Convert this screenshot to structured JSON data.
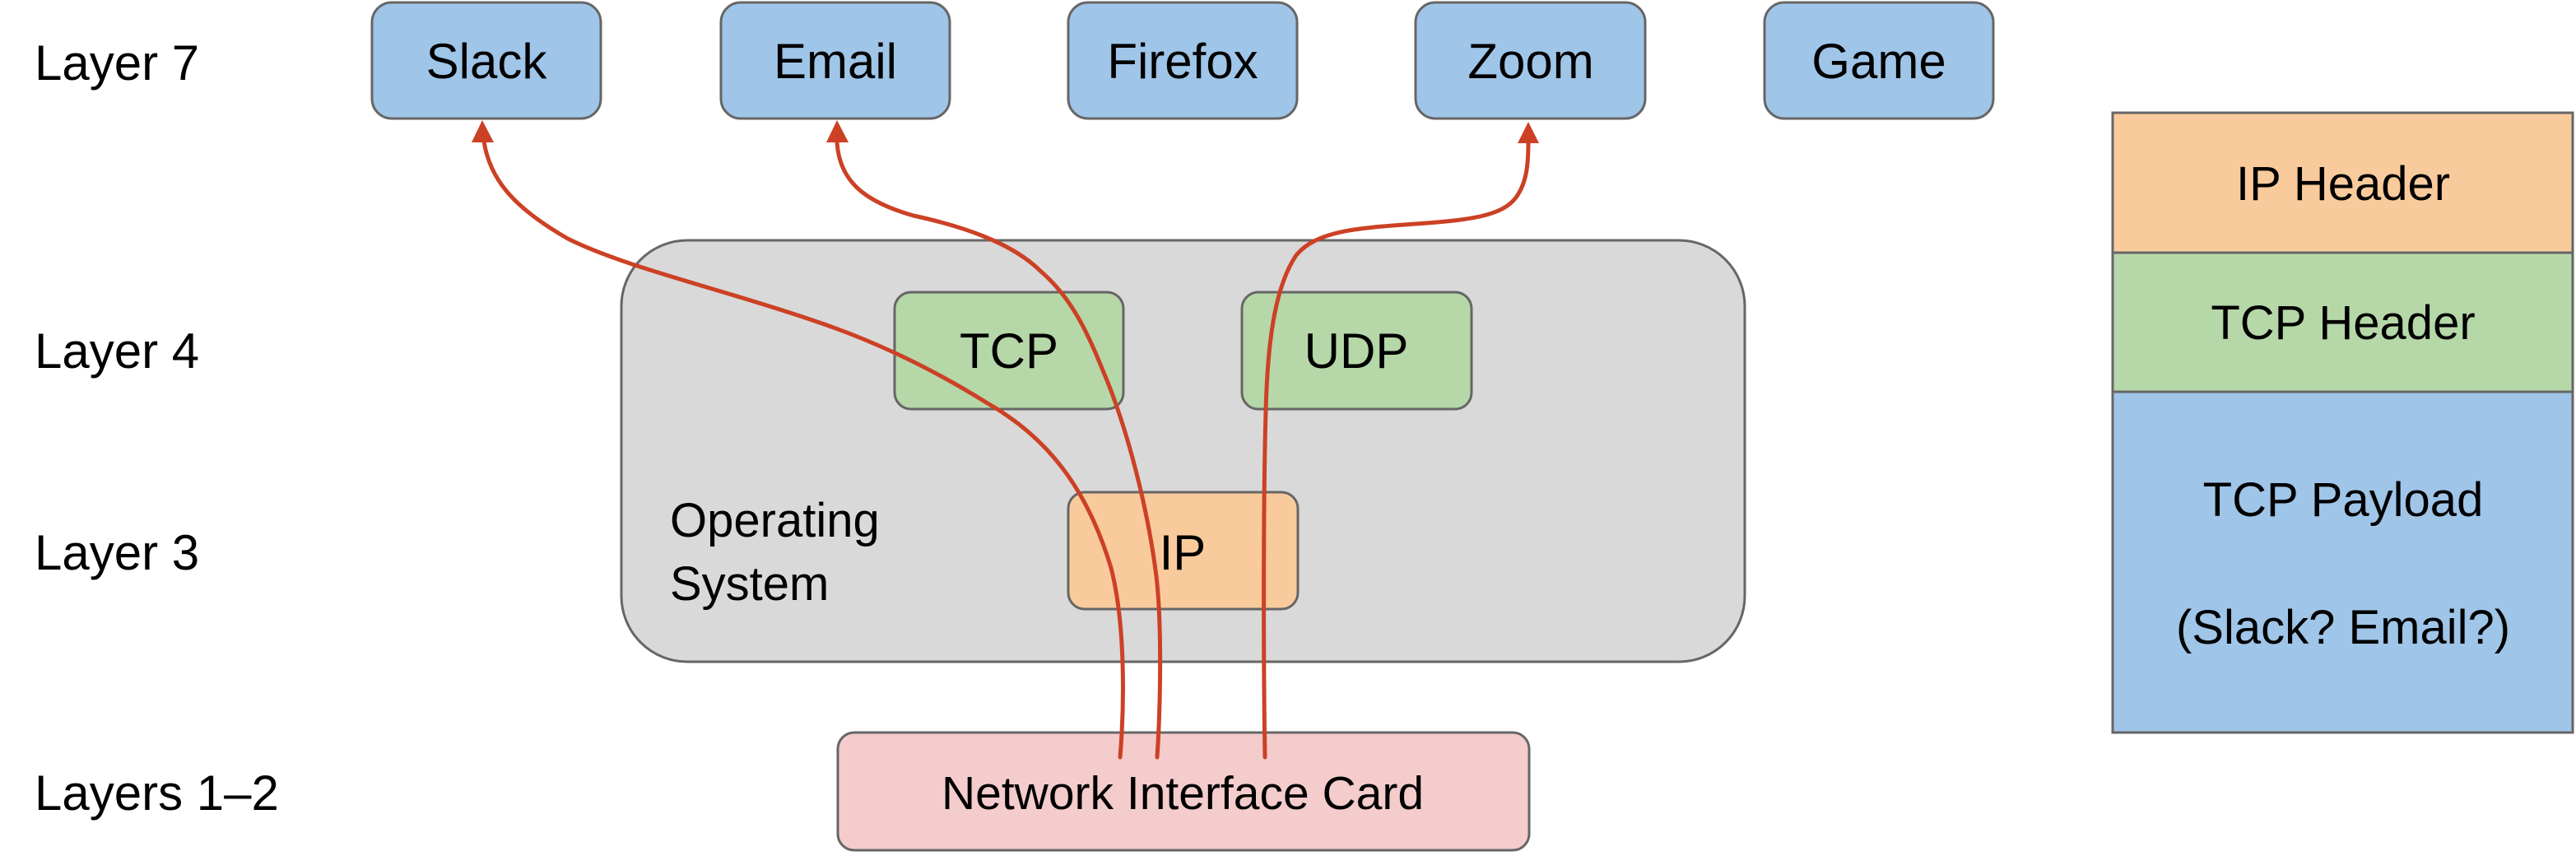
{
  "colors": {
    "app_box": "#9FC5E8",
    "transport_box": "#B6D7A8",
    "ip_box": "#F9CB9C",
    "os_box": "#D9D9D9",
    "nic_box": "#F4CCCC",
    "border": "#666666",
    "flow_arrow": "#CC4125",
    "text": "#000000"
  },
  "layers": {
    "layer7": "Layer 7",
    "layer4": "Layer 4",
    "layer3": "Layer 3",
    "layer12": "Layers 1–2"
  },
  "applications": [
    {
      "label": "Slack"
    },
    {
      "label": "Email"
    },
    {
      "label": "Firefox"
    },
    {
      "label": "Zoom"
    },
    {
      "label": "Game"
    }
  ],
  "operating_system": {
    "label_line1": "Operating",
    "label_line2": "System",
    "tcp": "TCP",
    "udp": "UDP",
    "ip": "IP"
  },
  "nic": {
    "label": "Network Interface Card"
  },
  "flows": [
    {
      "from": "Network Interface Card",
      "via": [
        "IP",
        "TCP"
      ],
      "to": "Slack"
    },
    {
      "from": "Network Interface Card",
      "via": [
        "IP",
        "TCP"
      ],
      "to": "Email"
    },
    {
      "from": "Network Interface Card",
      "via": [
        "IP",
        "UDP"
      ],
      "to": "Zoom"
    }
  ],
  "packet": {
    "ip_header": "IP Header",
    "tcp_header": "TCP Header",
    "payload_line1": "TCP Payload",
    "payload_line2": "(Slack? Email?)"
  }
}
